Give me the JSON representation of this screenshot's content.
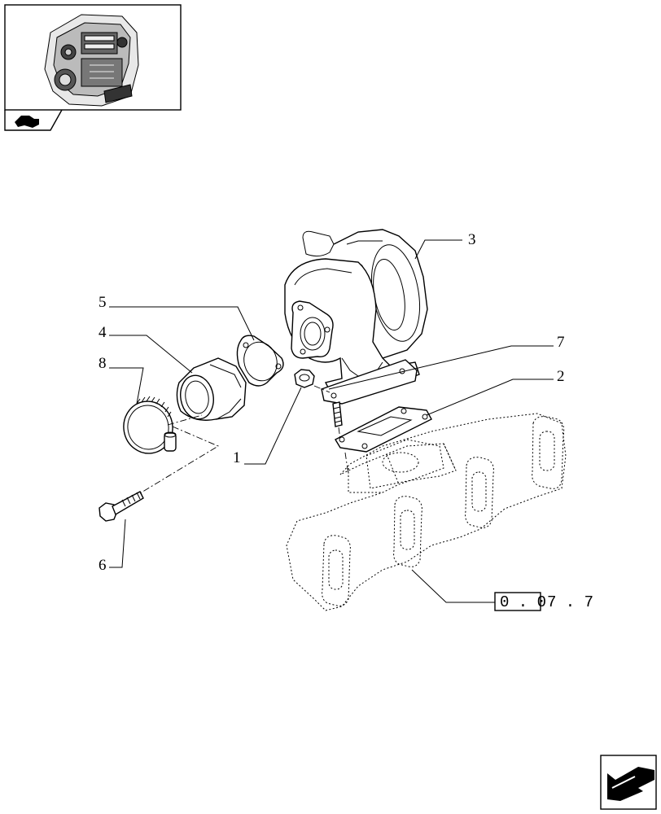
{
  "callouts": [
    {
      "id": "1",
      "text": "1"
    },
    {
      "id": "2",
      "text": "2"
    },
    {
      "id": "3",
      "text": "3"
    },
    {
      "id": "4",
      "text": "4"
    },
    {
      "id": "5",
      "text": "5"
    },
    {
      "id": "6",
      "text": "6"
    },
    {
      "id": "7",
      "text": "7"
    },
    {
      "id": "8",
      "text": "8"
    }
  ],
  "reference": {
    "boxed": "0 . 0",
    "rest": "7 . 7"
  },
  "icons": {
    "thumbnail": "engine-thumbnail-icon",
    "section": "section-marker-icon",
    "nav": "next-page-arrow-icon"
  }
}
